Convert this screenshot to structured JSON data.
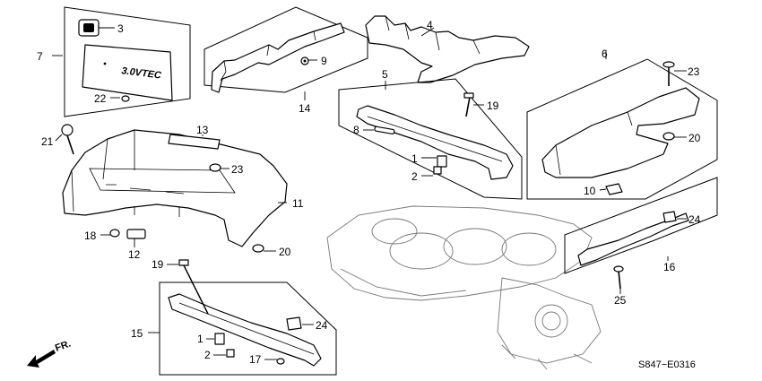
{
  "diagram": {
    "code": "S847−E0316",
    "direction": "FR.",
    "callouts": {
      "n1a": "1",
      "n1b": "1",
      "n2a": "2",
      "n2b": "2",
      "n3": "3",
      "n4": "4",
      "n5": "5",
      "n6": "6",
      "n7": "7",
      "n8": "8",
      "n9": "9",
      "n10": "10",
      "n11": "11",
      "n12": "12",
      "n13": "13",
      "n14": "14",
      "n15": "15",
      "n16": "16",
      "n17": "17",
      "n18": "18",
      "n19a": "19",
      "n19b": "19",
      "n20a": "20",
      "n20b": "20",
      "n21": "21",
      "n22": "22",
      "n23a": "23",
      "n23b": "23",
      "n24a": "24",
      "n24b": "24",
      "n25": "25"
    },
    "emblem_text": "3.0VTEC"
  }
}
